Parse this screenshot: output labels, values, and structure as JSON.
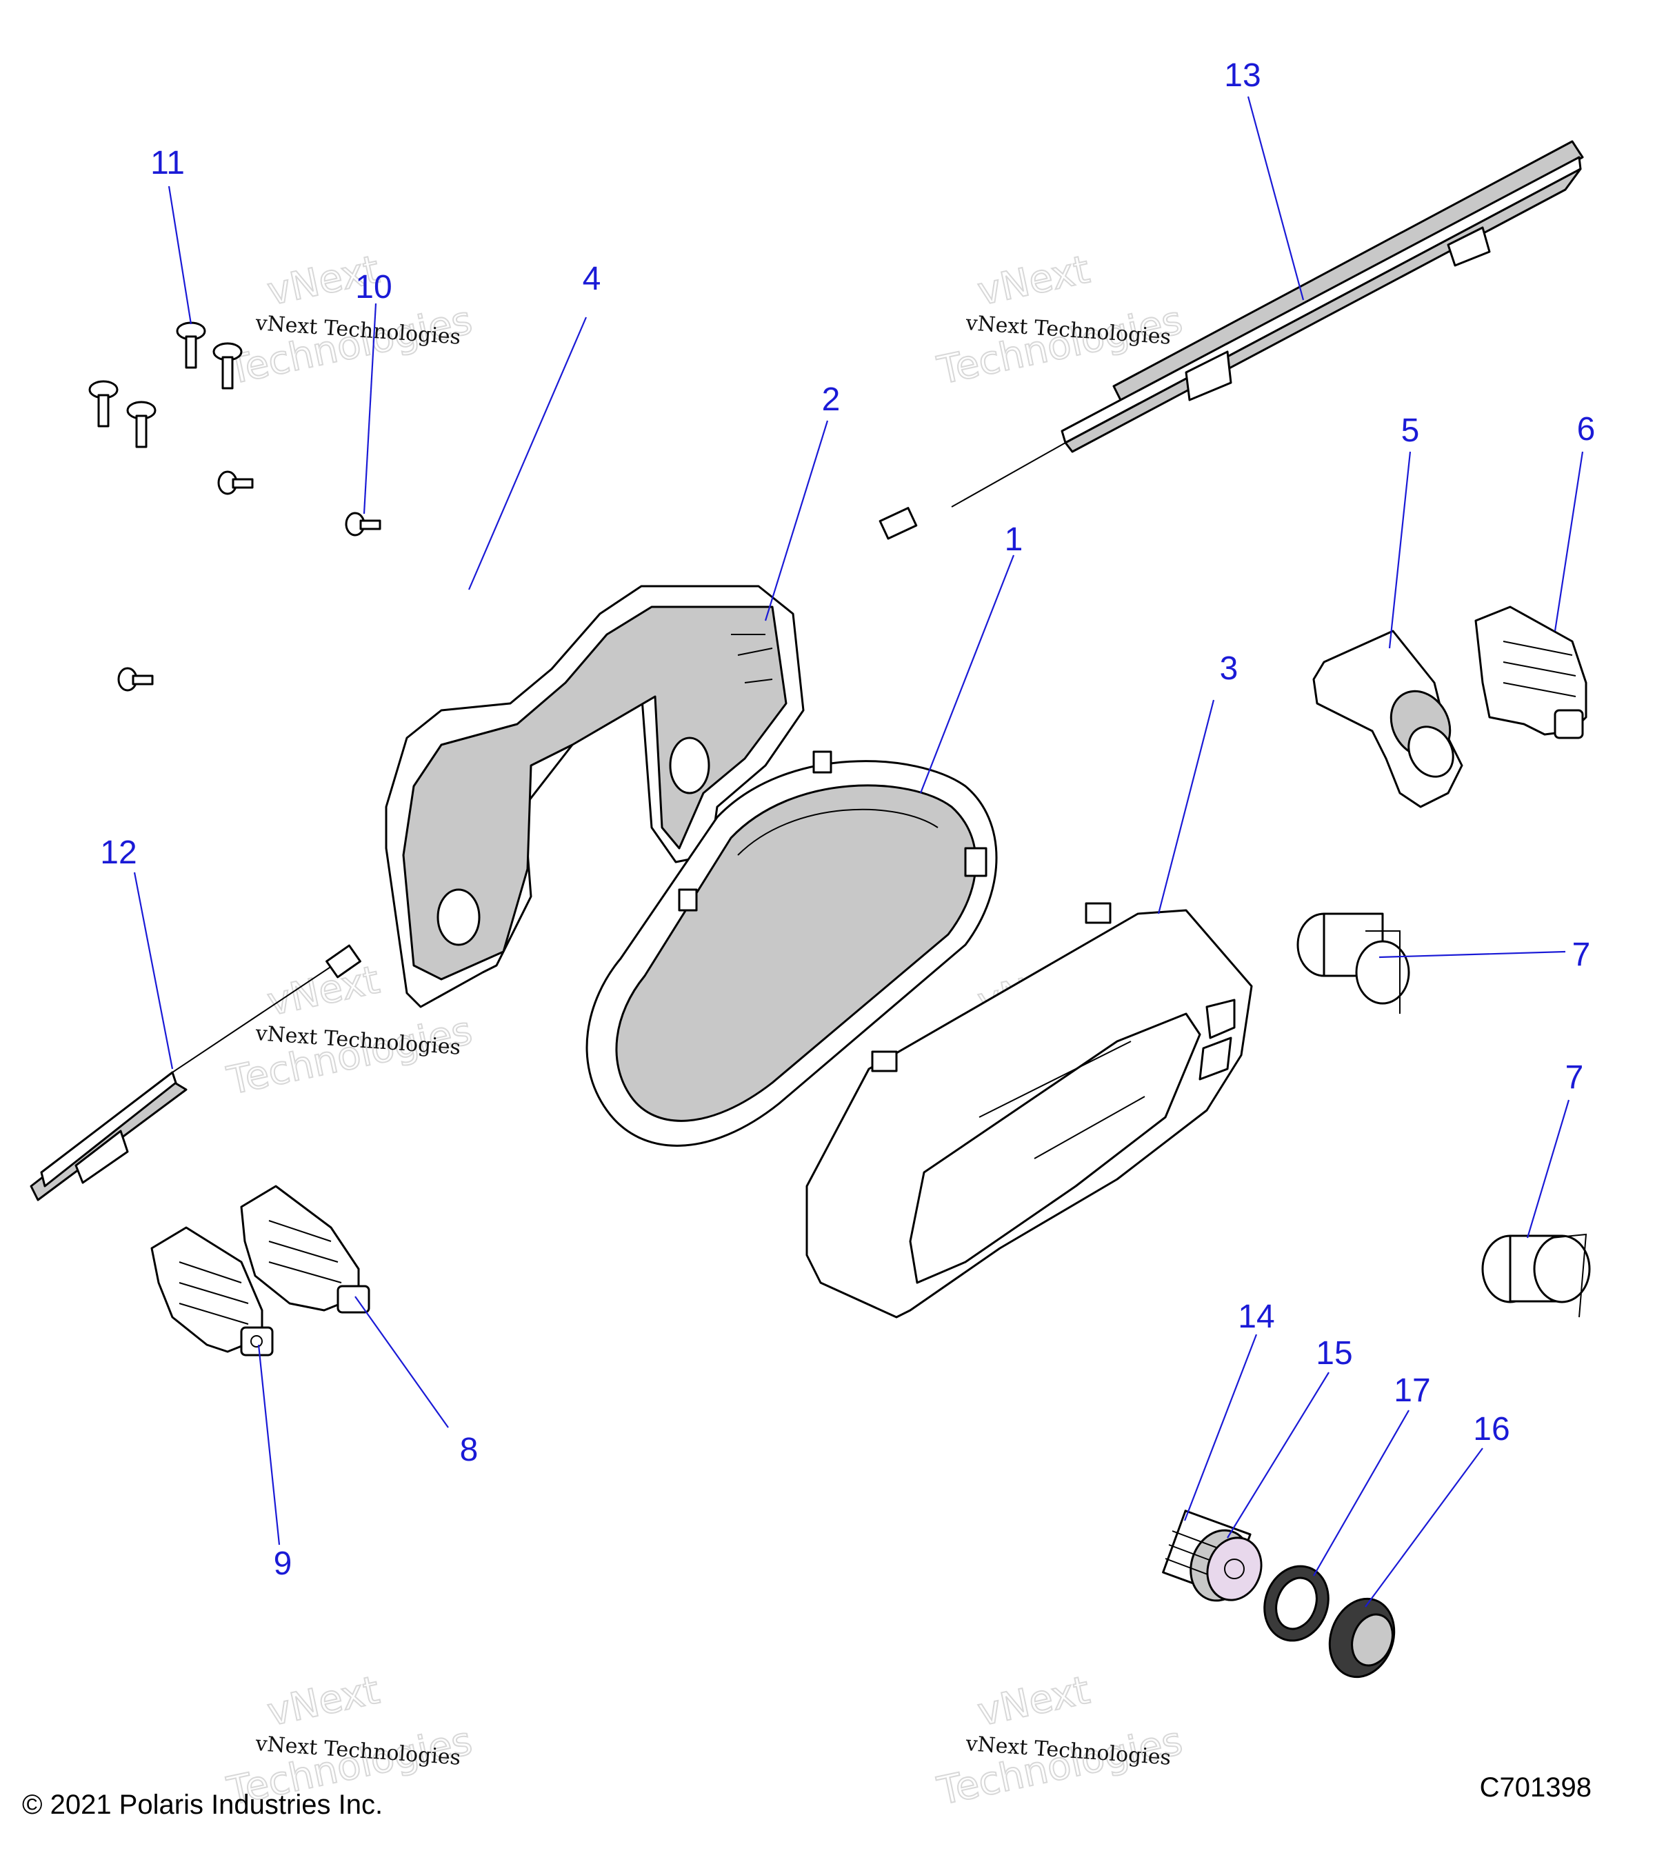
{
  "callouts": [
    "1",
    "2",
    "3",
    "4",
    "5",
    "6",
    "7",
    "7",
    "8",
    "9",
    "10",
    "11",
    "12",
    "13",
    "14",
    "15",
    "16",
    "17"
  ],
  "watermark": {
    "line1": "vNext Technologies",
    "line2": "vNext",
    "line3": "Technologies"
  },
  "footer": {
    "copyright": "© 2021 Polaris Industries Inc.",
    "diagram_id": "C701398"
  }
}
